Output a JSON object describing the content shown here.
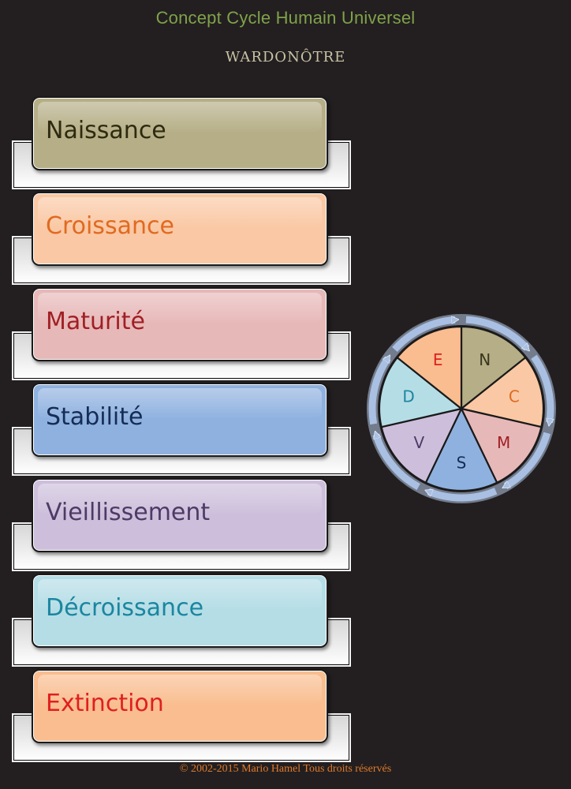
{
  "header": {
    "title": "Concept Cycle Humain Universel",
    "subtitle": "WARDONÔTRE"
  },
  "stages": [
    {
      "label": "Naissance",
      "fill": "#b5ae86",
      "text_color": "#2e2a10",
      "letter": "N"
    },
    {
      "label": "Croissance",
      "fill": "#fac8a4",
      "text_color": "#e06a20",
      "letter": "C"
    },
    {
      "label": "Maturité",
      "fill": "#e7b8b8",
      "text_color": "#a01f24",
      "letter": "M"
    },
    {
      "label": "Stabilité",
      "fill": "#8fb1df",
      "text_color": "#152c55",
      "letter": "S"
    },
    {
      "label": "Vieillissement",
      "fill": "#cdbfdb",
      "text_color": "#4e3a66",
      "letter": "V"
    },
    {
      "label": "Décroissance",
      "fill": "#b5dde6",
      "text_color": "#1a86a0",
      "letter": "D"
    },
    {
      "label": "Extinction",
      "fill": "#f9bd8f",
      "text_color": "#e01f1f",
      "letter": "E"
    }
  ],
  "cycle": {
    "ring_color": "#b7c9e6",
    "letter_colors": {
      "N": "#3a3520",
      "C": "#e06a20",
      "M": "#a01f24",
      "S": "#152c55",
      "V": "#4e3a66",
      "D": "#1a86a0",
      "E": "#e01f1f"
    }
  },
  "footer": {
    "copyright": "© 2002-2015 Mario Hamel Tous droits réservés"
  }
}
